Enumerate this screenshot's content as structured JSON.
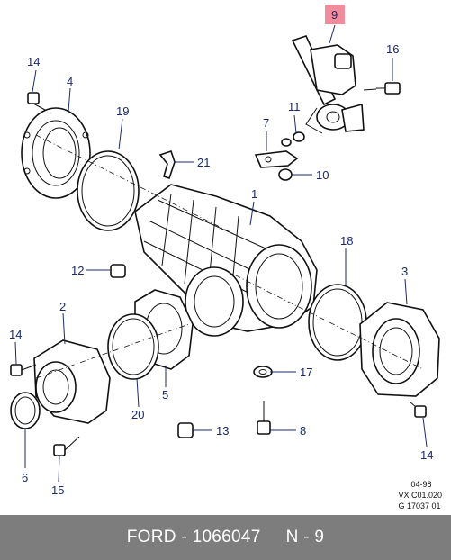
{
  "callouts": {
    "c1": "1",
    "c2": "2",
    "c3": "3",
    "c4": "4",
    "c5": "5",
    "c6": "6",
    "c8": "8",
    "c9": "9",
    "c10": "10",
    "c11": "11",
    "c12": "12",
    "c13": "13",
    "c14a": "14",
    "c14b": "14",
    "c14c": "14",
    "c15": "15",
    "c16": "16",
    "c17": "17",
    "c18": "18",
    "c19": "19",
    "c20": "20",
    "c21": "21",
    "c7": "7"
  },
  "highlight": {
    "part": "9",
    "color": "#f08c9c"
  },
  "ref": {
    "date": "04-98",
    "model": "VX C01.020",
    "drawing": "G 17037 01"
  },
  "footer": {
    "brand": "FORD",
    "part_number": "1066047",
    "sep1": " - ",
    "sep2": "     ",
    "position": "N - 9"
  }
}
